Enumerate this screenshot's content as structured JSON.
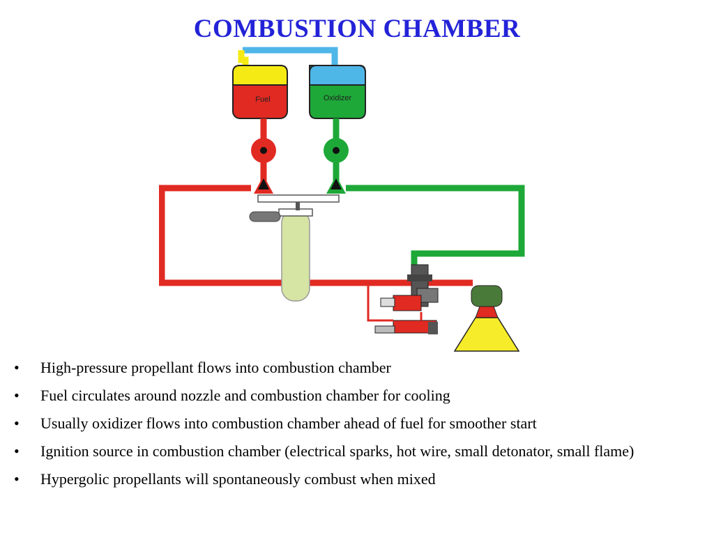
{
  "title": "COMBUSTION CHAMBER",
  "diagram": {
    "fuel_tank_label": "Fuel",
    "oxidizer_tank_label": "Oxidizer",
    "colors": {
      "fuel": "#e02a22",
      "oxidizer": "#1ea838",
      "pressurant": "#f5ea14",
      "pressurant_line": "#4fb6e8",
      "nozzle": "#f6ec2a",
      "gas_generator": "#d6e4a4"
    }
  },
  "bullets": [
    "High-pressure propellant flows into combustion chamber",
    "Fuel circulates around  nozzle and combustion chamber for cooling",
    "Usually oxidizer flows into combustion chamber ahead of fuel for smoother start",
    "Ignition source in combustion chamber (electrical sparks, hot wire, small detonator, small flame)",
    "Hypergolic propellants will spontaneously combust when mixed"
  ]
}
